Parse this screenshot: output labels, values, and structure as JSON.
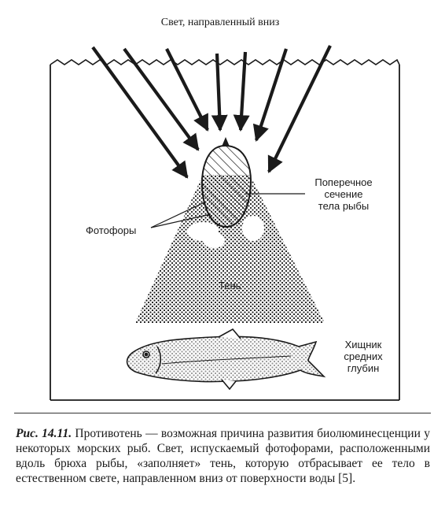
{
  "labels": {
    "light": "Свет, направленный вниз",
    "cross_section": [
      "Поперечное",
      "сечение",
      "тела рыбы"
    ],
    "photophores": "Фотофоры",
    "shadow": "Тень",
    "predator": [
      "Хищник",
      "средних",
      "глубин"
    ]
  },
  "caption": {
    "fig_label": "Рис. 14.11.",
    "text": " Противотень — возможная причина развития биолюминесценции у некоторых морских рыб. Свет, испускаемый фотофорами, расположенными вдоль брюха рыбы, «заполняет» тень, которую отбрасывает ее тело в естественном свете, направленном вниз от поверхности воды [5]."
  },
  "colors": {
    "ink": "#1a1a1a",
    "background": "#ffffff"
  }
}
